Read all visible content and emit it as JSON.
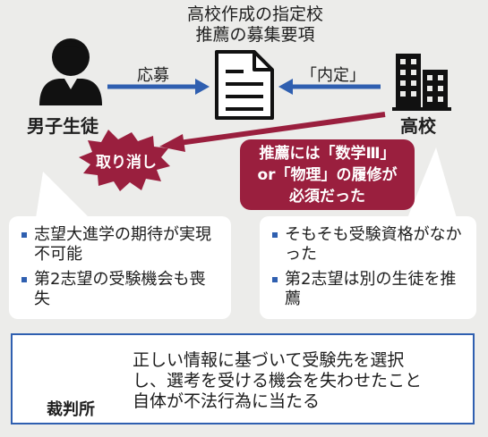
{
  "document": {
    "title_line1": "高校作成の指定校",
    "title_line2": "推薦の募集要項"
  },
  "actors": {
    "student": "男子生徒",
    "school": "高校"
  },
  "arrows": {
    "apply": "応募",
    "decision": "「内定」"
  },
  "cancel": {
    "label": "取り消し"
  },
  "warning": {
    "line1": "推薦には「数学Ⅲ」",
    "line2": "or「物理」の履修が",
    "line3": "必須だった"
  },
  "student_callout": {
    "items": [
      "志望大進学の期待が実現不可能",
      "第2志望の受験機会も喪失"
    ]
  },
  "school_callout": {
    "items": [
      "そもそも受験資格がなかった",
      "第2志望は別の生徒を推薦"
    ]
  },
  "court": {
    "label": "裁判所",
    "ruling_line1": "正しい情報に基づいて受験先を選択",
    "ruling_line2": "し、選考を受ける機会を失わせたこと",
    "ruling_line3": "自体が不法行為に当たる"
  },
  "colors": {
    "blue": "#2f5fb0",
    "crimson": "#9a1f3e",
    "background": "#ececea"
  }
}
